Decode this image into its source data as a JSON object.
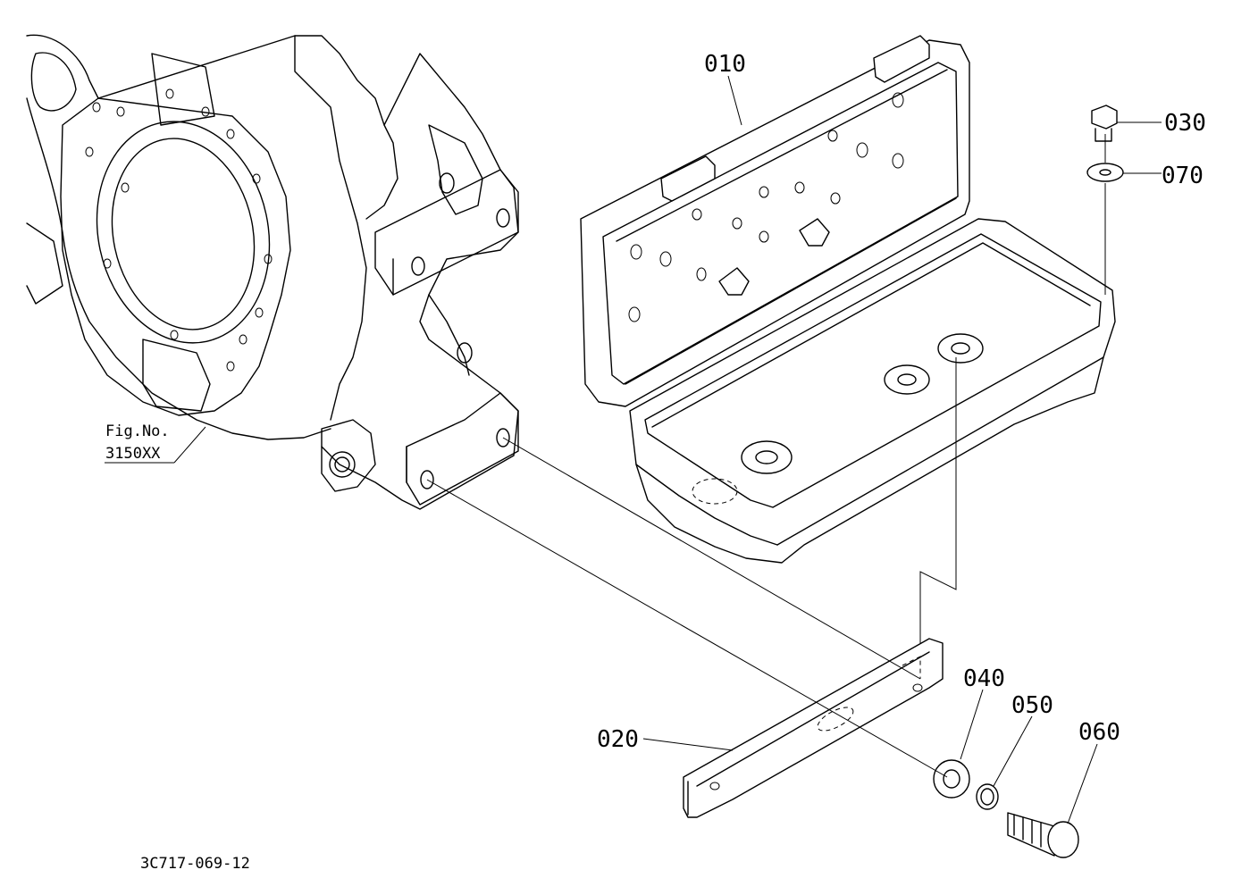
{
  "figure_reference": {
    "line1": "Fig.No.",
    "line2": "3150XX"
  },
  "drawing_number": "3C717-069-12",
  "parts": [
    {
      "number": "010"
    },
    {
      "number": "020"
    },
    {
      "number": "030"
    },
    {
      "number": "040"
    },
    {
      "number": "050"
    },
    {
      "number": "060"
    },
    {
      "number": "070"
    }
  ]
}
